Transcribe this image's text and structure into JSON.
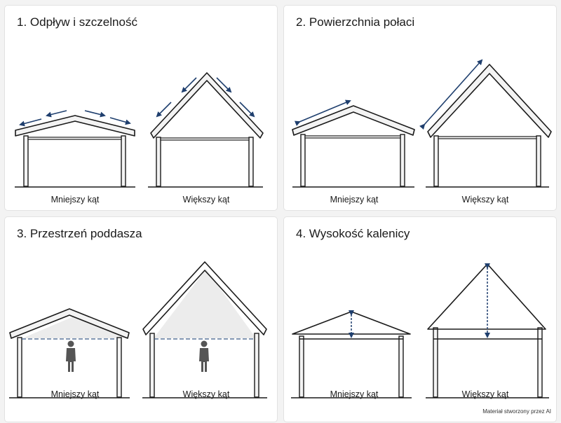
{
  "panels": [
    {
      "title": "1. Odpływ i szczelność",
      "left_caption": "Mniejszy kąt",
      "right_caption": "Większy kąt"
    },
    {
      "title": "2. Powierzchnia połaci",
      "left_caption": "Mniejszy kąt",
      "right_caption": "Większy kąt"
    },
    {
      "title": "3. Przestrzeń poddasza",
      "left_caption": "Mniejszy kąt",
      "right_caption": "Większy kąt"
    },
    {
      "title": "4. Wysokość kalenicy",
      "left_caption": "Mniejszy kąt",
      "right_caption": "Większy kąt"
    }
  ],
  "footer": "Materiał stworzony przez AI",
  "colors": {
    "background": "#f3f3f3",
    "panel": "#ffffff",
    "arrow": "#1f3f6e",
    "outline": "#1a1a1a",
    "fill": "#efefef",
    "person": "#555555"
  },
  "icons": [
    "water-flow-arrow-icon",
    "roof-length-arrow-icon",
    "person-icon",
    "ridge-height-arrow-icon"
  ]
}
